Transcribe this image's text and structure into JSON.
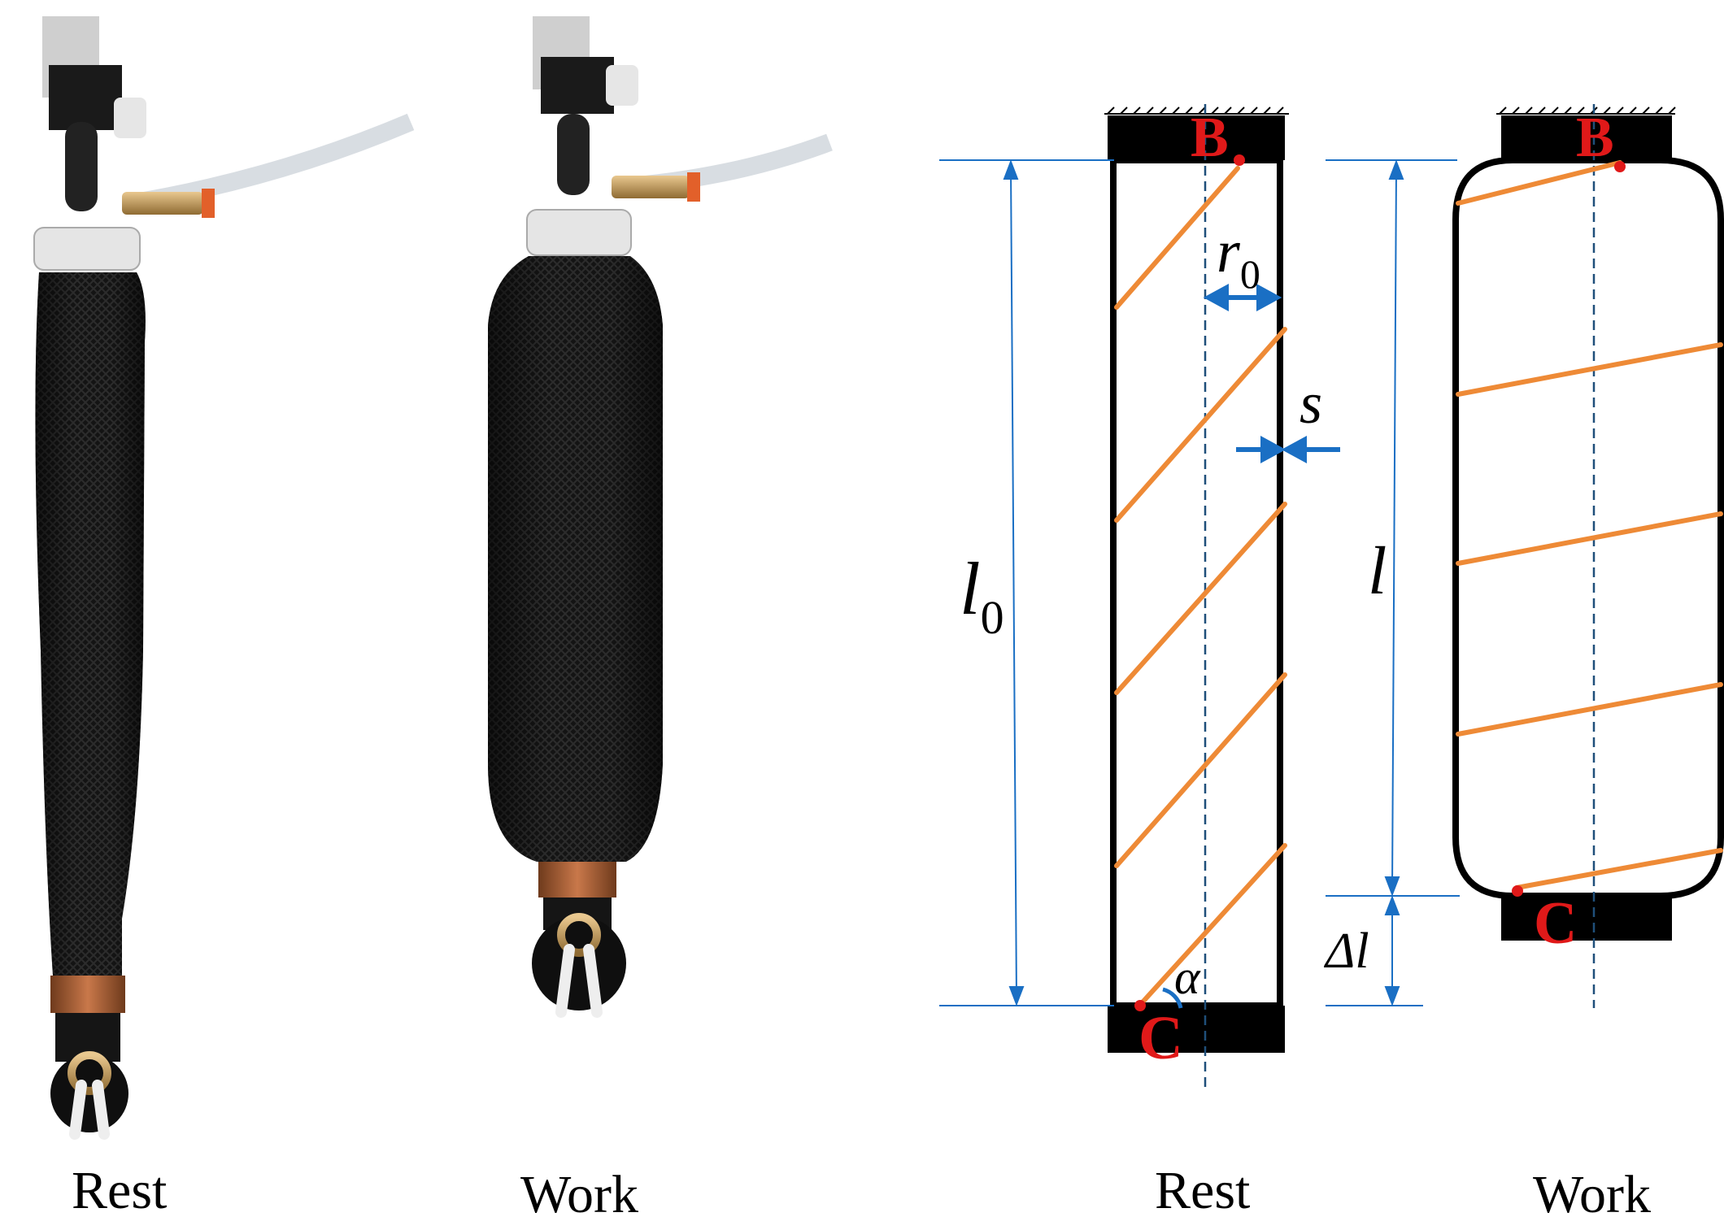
{
  "captions": {
    "photo_rest": "Rest",
    "photo_work": "Work",
    "diagram_rest": "Rest",
    "diagram_work": "Work"
  },
  "diagram_labels": {
    "rest_top_point": "B",
    "rest_bottom_point": "C",
    "work_top_point": "B",
    "work_bottom_point": "C",
    "radius_symbol": "r",
    "radius_subscript": "0",
    "wall_thickness": "s",
    "rest_length_symbol": "l",
    "rest_length_subscript": "0",
    "work_length": "l",
    "delta_length": "Δl",
    "helix_angle": "α"
  },
  "colors": {
    "fiber": "#ee8a36",
    "dimension": "#1a6fc4",
    "point": "#e01919",
    "sleeve": "#111111",
    "copper": "#b8683a"
  }
}
